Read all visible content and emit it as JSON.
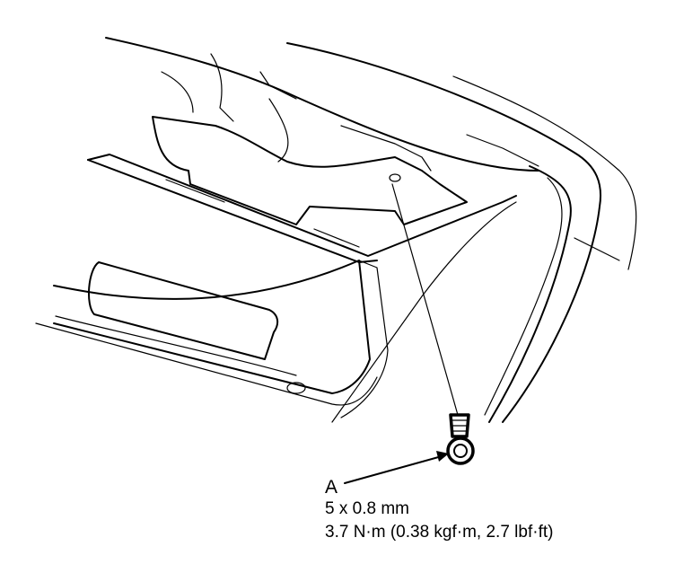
{
  "callout": {
    "letter": "A",
    "size": "5 x 0.8 mm",
    "torque": "3.7 N·m (0.38 kgf·m, 2.7 lbf·ft)"
  }
}
